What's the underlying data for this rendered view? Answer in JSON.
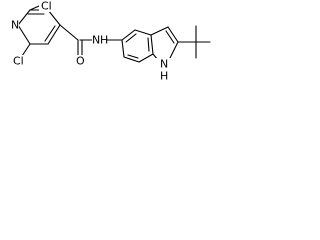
{
  "molecule": {
    "atoms": {
      "cl_top": "Cl",
      "n_pyridine": "N",
      "cl_bottom": "Cl",
      "o_carbonyl": "O",
      "n_amide": "N",
      "h_amide": "H",
      "n_indole": "N",
      "h_indole": "H"
    }
  }
}
